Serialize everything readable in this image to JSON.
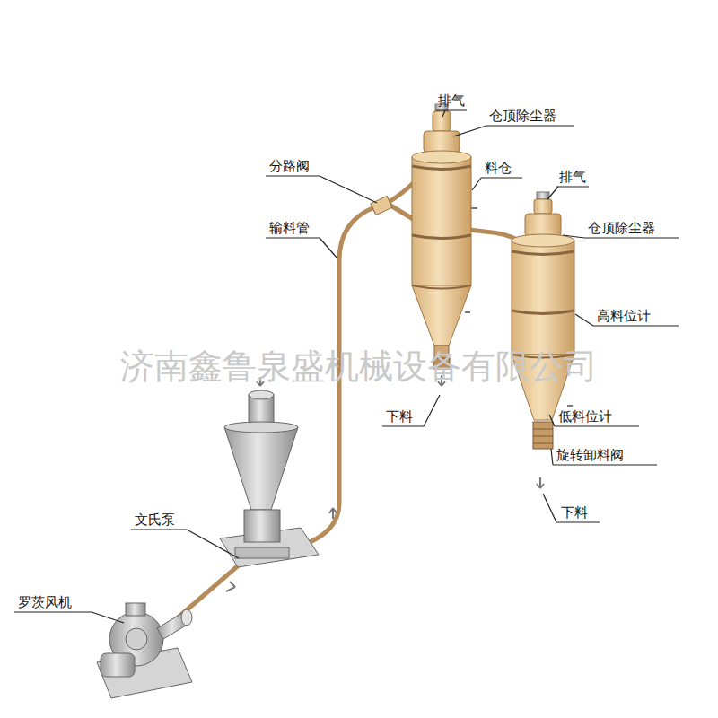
{
  "diagram": {
    "labels": [
      "排气",
      "仓顶除尘器",
      "分路阀",
      "料仓",
      "排气",
      "仓顶除尘器",
      "输料管",
      "高料位计",
      "济南鑫鲁泉盛机械设备有限公司",
      "下料",
      "低料位计",
      "旋转卸料阀",
      "下料",
      "文氏泵",
      "罗茨风机"
    ]
  }
}
